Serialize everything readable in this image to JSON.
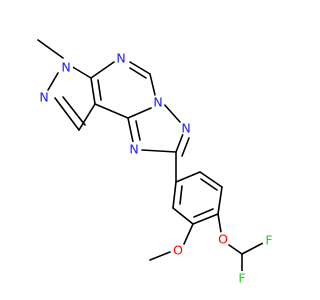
{
  "molecule": {
    "atoms": {
      "n_methyl": "N",
      "n_pyrazole": "N",
      "n_pyrimidine": "N",
      "n_bridge": "N",
      "n_triazole_top": "N",
      "n_triazole_left": "N",
      "o_ether": "O",
      "o_methoxy": "O",
      "f_upper": "F",
      "f_lower": "F"
    },
    "colors": {
      "nitrogen": "#1a1aff",
      "oxygen": "#ff0000",
      "fluorine": "#1fd31f",
      "bond": "#000000"
    }
  }
}
